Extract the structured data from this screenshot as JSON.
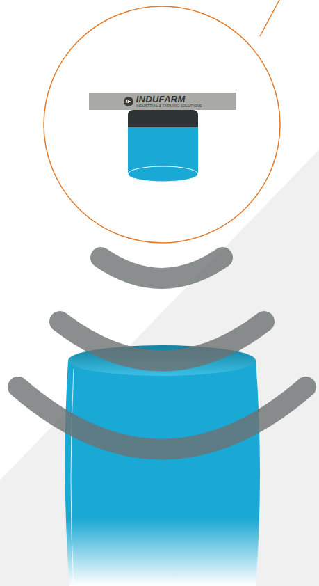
{
  "diagram": {
    "nodes": [
      {
        "text": [
          "iF",
          "INDUFARM",
          "INDUSTRIAL & FARMING SOLUTIONS"
        ]
      }
    ]
  }
}
